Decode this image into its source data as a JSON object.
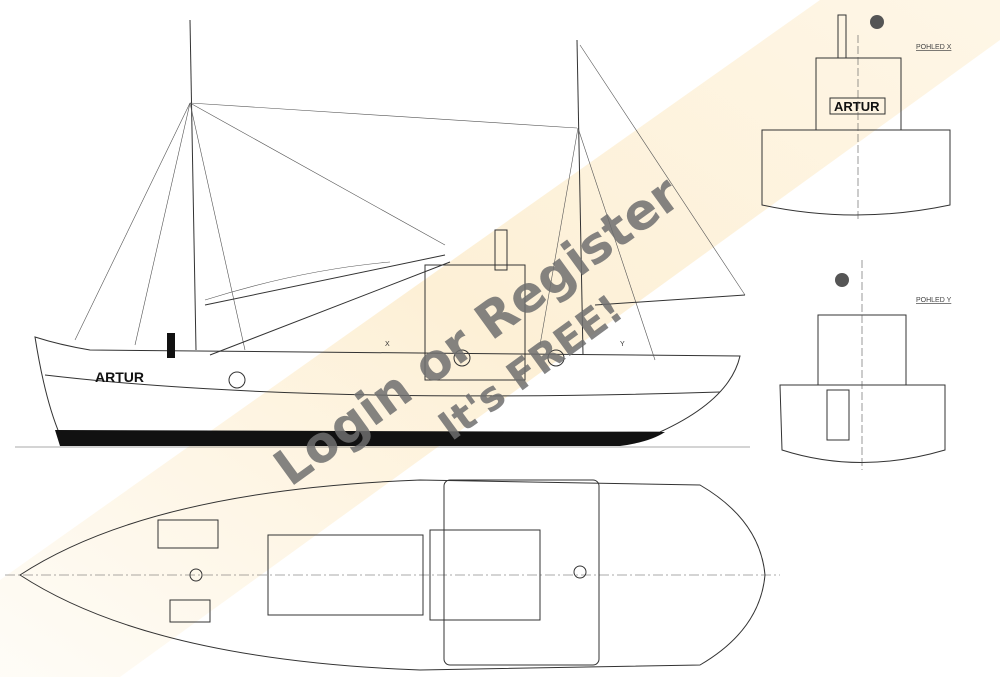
{
  "drawing": {
    "boat_name_side": "ARTUR",
    "boat_name_front": "ARTUR",
    "view_x_label": "POHLED X",
    "view_y_label": "POHLED Y",
    "section_mark_x": "X",
    "section_mark_y": "Y"
  },
  "watermark": {
    "line1": "Login or Register",
    "line2": "It's FREE!",
    "band_color": "#fdf0d6",
    "text_color": "#6e6e6e"
  }
}
